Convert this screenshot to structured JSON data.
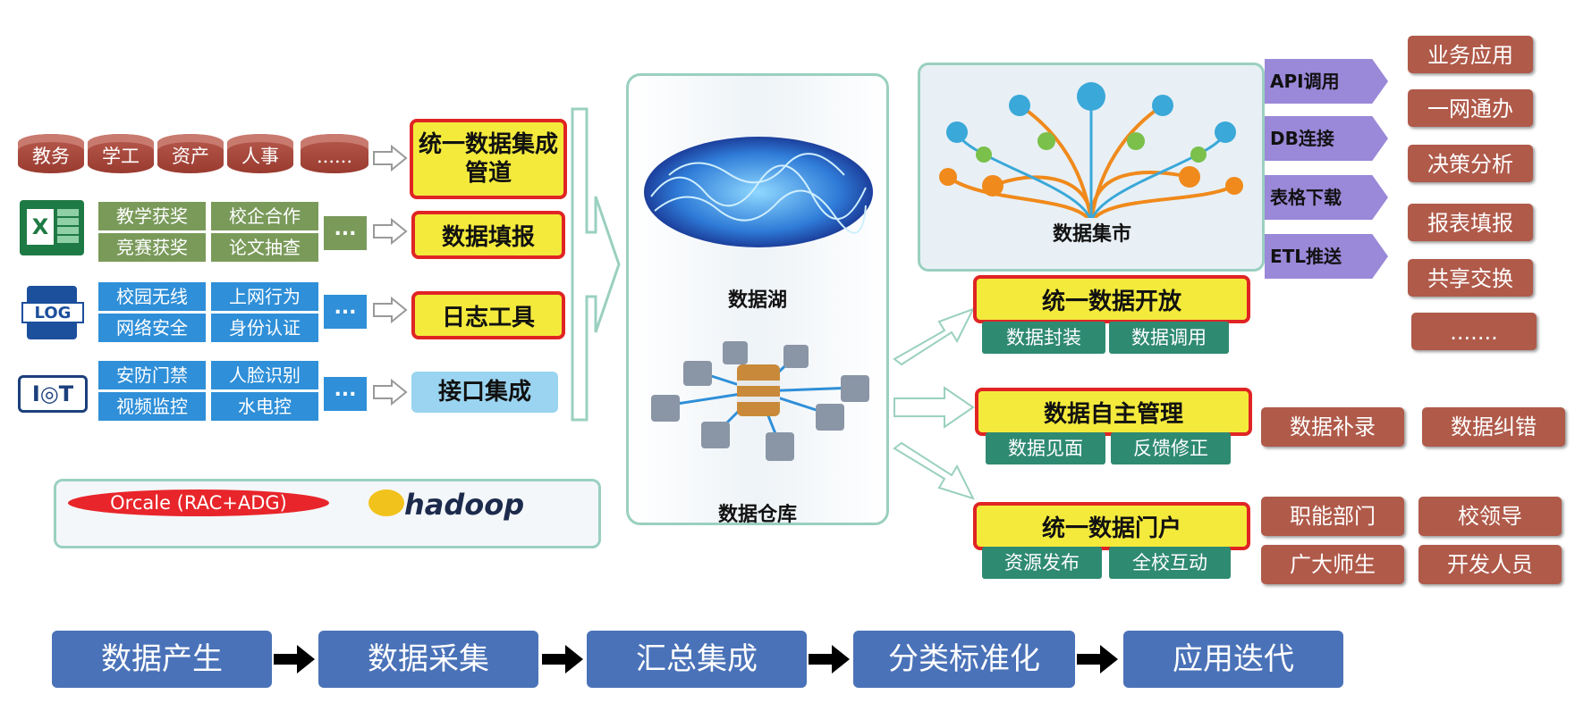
{
  "sources": {
    "cylinders": [
      "教务",
      "学工",
      "资产",
      "人事",
      "......"
    ],
    "excel": {
      "icon_text": "X",
      "boxes": [
        "教学获奖",
        "校企合作",
        "竞赛获奖",
        "论文抽查"
      ],
      "more": "..."
    },
    "log": {
      "icon_text": "LOG",
      "boxes": [
        "校园无线",
        "上网行为",
        "网络安全",
        "身份认证"
      ],
      "more": "..."
    },
    "iot": {
      "icon_text": "I◎T",
      "boxes": [
        "安防门禁",
        "人脸识别",
        "视频监控",
        "水电控"
      ],
      "more": "..."
    }
  },
  "pipelines": [
    "统一数据集成管道",
    "数据填报",
    "日志工具",
    "接口集成"
  ],
  "storage": {
    "db_label": "Orcale (RAC+ADG)",
    "hadoop_label": "hadoop"
  },
  "center": {
    "lake": "数据湖",
    "warehouse": "数据仓库"
  },
  "market": {
    "label": "数据集市"
  },
  "channels": [
    "API调用",
    "DB连接",
    "表格下载",
    "ETL推送"
  ],
  "apps": [
    "业务应用",
    "一网通办",
    "决策分析",
    "报表填报",
    "共享交换",
    "......."
  ],
  "open": {
    "title": "统一数据开放",
    "items": [
      "数据封装",
      "数据调用"
    ]
  },
  "manage": {
    "title": "数据自主管理",
    "items": [
      "数据见面",
      "反馈修正"
    ],
    "outputs": [
      "数据补录",
      "数据纠错"
    ]
  },
  "portal": {
    "title": "统一数据门户",
    "items": [
      "资源发布",
      "全校互动"
    ],
    "users": [
      "职能部门",
      "校领导",
      "广大师生",
      "开发人员"
    ]
  },
  "flow": [
    "数据产生",
    "数据采集",
    "汇总集成",
    "分类标准化",
    "应用迭代"
  ],
  "colors": {
    "yellow": "#f4ea3c",
    "red_border": "#e02424",
    "teal": "#2f8a72",
    "brown": "#b05a4a",
    "blue_step": "#4a72b8",
    "purple": "#9a88d8"
  }
}
